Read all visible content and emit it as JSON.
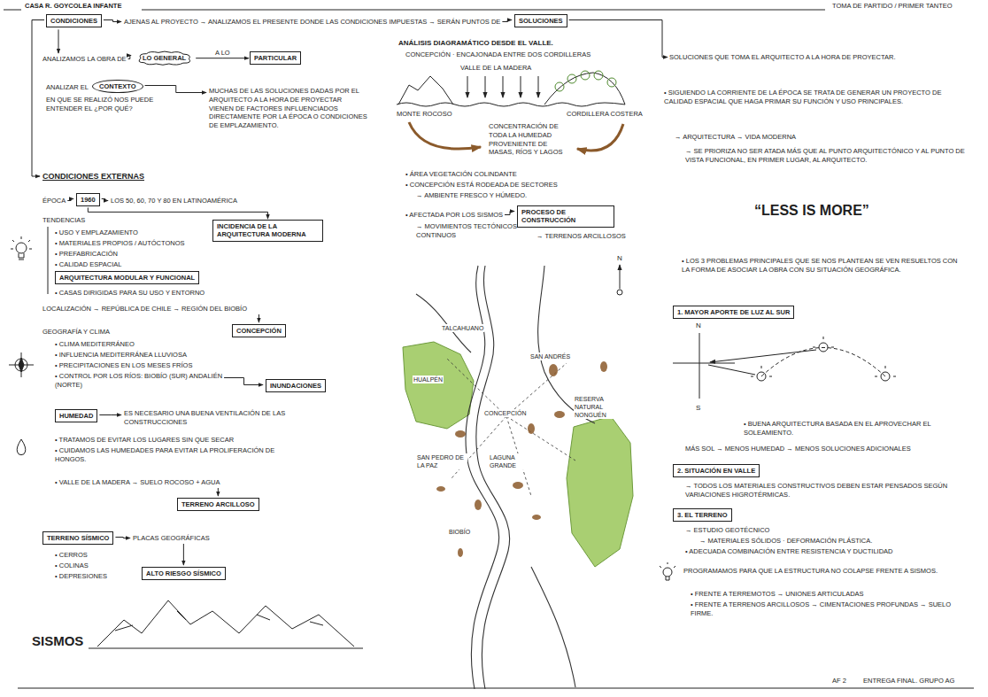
{
  "diagram": {
    "title": "CASA R. GOYCOLEA INFANTE",
    "nodes": [
      {
        "text": [
          "CONDICIONES"
        ]
      },
      {
        "text": [
          "SOLUCIONES"
        ]
      },
      {
        "text": [
          "LO GENERAL"
        ]
      },
      {
        "text": [
          "PARTICULAR"
        ]
      },
      {
        "text": [
          "CONTEXTO"
        ]
      },
      {
        "text": [
          "1960"
        ]
      },
      {
        "text": [
          "INCIDENCIA DE LA ARQUITECTURA MODERNA"
        ]
      },
      {
        "text": [
          "ARQUITECTURA MODULAR Y FUNCIONAL"
        ]
      },
      {
        "text": [
          "CONCEPCIÓN"
        ]
      },
      {
        "text": [
          "INUNDACIONES"
        ]
      },
      {
        "text": [
          "HUMEDAD"
        ]
      },
      {
        "text": [
          "TERRENO ARCILLOSO"
        ]
      },
      {
        "text": [
          "TERRENO SÍSMICO"
        ]
      },
      {
        "text": [
          "ALTO RIESGO SÍSMICO"
        ]
      },
      {
        "text": [
          "PROCESO DE CONSTRUCCIÓN"
        ]
      },
      {
        "text": [
          "1. MAYOR APORTE DE LUZ AL SUR"
        ]
      },
      {
        "text": [
          "2. SITUACIÓN EN VALLE"
        ]
      },
      {
        "text": [
          "3. EL TERRENO"
        ]
      }
    ],
    "edges": [
      {
        "from": 2,
        "to": 3,
        "label": "A LO",
        "arrow": "to"
      },
      {
        "from": 5,
        "to": 6,
        "arrow": "to"
      }
    ],
    "labels": [
      "TOMA DE PARTIDO / PRIMER TANTEO",
      "AJENAS AL PROYECTO → ANALIZAMOS EL PRESENTE DONDE LAS CONDICIONES IMPUESTAS → SERÁN PUNTOS DE",
      "ANALIZAMOS LA OBRA DE",
      "ANALIZAR EL",
      "EN QUE SE REALIZÓ NOS PUEDE ENTENDER EL ¿POR QUÉ?",
      "MUCHAS DE LAS SOLUCIONES DADAS POR EL ARQUITECTO A LA HORA DE PROYECTAR VIENEN DE FACTORES INFLUENCIADOS DIRECTAMENTE POR LA ÉPOCA O CONDICIONES DE EMPLAZAMIENTO.",
      "CONDICIONES EXTERNAS",
      "ÉPOCA",
      "LOS 50, 60, 70 Y 80 EN LATINOAMÉRICA",
      "TENDENCIAS",
      "• USO Y EMPLAZAMIENTO",
      "• MATERIALES PROPIOS / AUTÓCTONOS",
      "• PREFABRICACIÓN",
      "• CALIDAD ESPACIAL",
      "• CASAS DIRIGIDAS PARA SU USO Y ENTORNO",
      "LOCALIZACIÓN → REPÚBLICA DE CHILE → REGIÓN DEL BIOBÍO",
      "GEOGRAFÍA Y CLIMA",
      "• CLIMA MEDITERRÁNEO",
      "• INFLUENCIA MEDITERRÁNEA LLUVIOSA",
      "• PRECIPITACIONES EN LOS MESES FRÍOS",
      "• CONTROL POR LOS RÍOS: BIOBÍO (SUR) ANDALIÉN (NORTE)",
      "ES NECESARIO UNA BUENA VENTILACIÓN DE LAS CONSTRUCCIONES",
      "• TRATAMOS DE EVITAR LOS LUGARES SIN QUE SECAR",
      "• CUIDAMOS LAS HUMEDADES PARA EVITAR LA PROLIFERACIÓN DE HONGOS.",
      "• VALLE DE LA MADERA → SUELO ROCOSO + AGUA",
      "PLACAS GEOGRÁFICAS",
      "• CERROS",
      "• COLINAS",
      "• DEPRESIONES",
      "SISMOS",
      "ANÁLISIS DIAGRAMÁTICO DESDE EL VALLE.",
      "CONCEPCIÓN · ENCAJONADA ENTRE DOS CORDILLERAS",
      "MONTE ROCOSO",
      "VALLE DE LA MADERA",
      "CORDILLERA COSTERA",
      "CONCENTRACIÓN DE TODA LA HUMEDAD PROVENIENTE DE MASAS, RÍOS Y LAGOS",
      "• ÁREA VEGETACIÓN COLINDANTE",
      "• CONCEPCIÓN ESTÁ RODEADA DE SECTORES",
      "→ AMBIENTE FRESCO Y HÚMEDO.",
      "• AFECTADA POR LOS SISMOS",
      "→ MOVIMIENTOS TECTÓNICOS CONTINUOS",
      "→ TERRENOS ARCILLOSOS",
      "N",
      "TALCAHUANO",
      "SAN ANDRÉS",
      "HUALPÉN",
      "CONCEPCIÓN",
      "RESERVA NATURAL NONGUÉN",
      "SAN PEDRO DE LA PAZ",
      "LAGUNA GRANDE",
      "BIOBÍO",
      "SOLUCIONES QUE TOMA EL ARQUITECTO A LA HORA DE PROYECTAR.",
      "• SIGUIENDO LA CORRIENTE DE LA ÉPOCA SE TRATA DE GENERAR UN PROYECTO DE CALIDAD ESPACIAL QUE HAGA PRIMAR SU FUNCIÓN Y USO PRINCIPALES.",
      "→ ARQUITECTURA → VIDA MODERNA",
      "→ SE PRIORIZA NO SER ATADA MÁS QUE AL PUNTO ARQUITECTÓNICO Y AL PUNTO DE VISTA FUNCIONAL, EN PRIMER LUGAR, AL ARQUITECTO.",
      "“LESS IS MORE”",
      "• LOS 3 PROBLEMAS PRINCIPALES QUE SE NOS PLANTEAN SE VEN RESUELTOS CON LA FORMA DE ASOCIAR LA OBRA CON SU SITUACIÓN GEOGRÁFICA.",
      "N",
      "S",
      "• BUENA ARQUITECTURA BASADA EN EL APROVECHAR EL SOLEAMIENTO.",
      "MÁS SOL → MENOS HUMEDAD → MENOS SOLUCIONES ADICIONALES",
      "→ TODOS LOS MATERIALES CONSTRUCTIVOS DEBEN ESTAR PENSADOS SEGÚN VARIACIONES HIGROTÉRMICAS.",
      "→ ESTUDIO GEOTÉCNICO",
      "→ MATERIALES SÓLIDOS · DEFORMACIÓN PLÁSTICA.",
      "• ADECUADA COMBINACIÓN ENTRE RESISTENCIA Y DUCTILIDAD",
      "PROGRAMAMOS PARA QUE LA ESTRUCTURA NO COLAPSE FRENTE A SISMOS.",
      "• FRENTE A TERREMOTOS → UNIONES ARTICULADAS",
      "• FRENTE A TERRENOS ARCILLOSOS → CIMENTACIONES PROFUNDAS → SUELO FIRME.",
      "AF 2",
      "ENTREGA FINAL. GRUPO AG"
    ]
  }
}
